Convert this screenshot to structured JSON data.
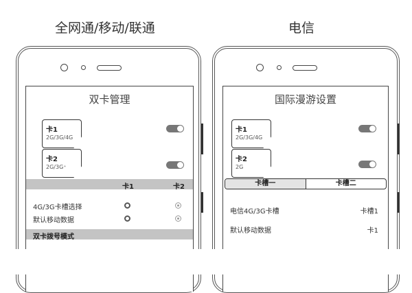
{
  "left": {
    "heading": "全网通/移动/联通",
    "screen_title": "双卡管理",
    "sims": [
      {
        "name": "卡1",
        "network": "2G/3G/4G"
      },
      {
        "name": "卡2",
        "network": "2G/3G⁺"
      }
    ],
    "columns": [
      "卡1",
      "卡2"
    ],
    "rows": [
      {
        "label": "4G/3G卡槽选择",
        "selected": "卡2"
      },
      {
        "label": "默认移动数据",
        "selected": "卡2"
      }
    ],
    "section": "双卡拨号模式"
  },
  "right": {
    "heading": "电信",
    "screen_title": "国际漫游设置",
    "sims": [
      {
        "name": "卡1",
        "network": "2G/3G/4G"
      },
      {
        "name": "卡2",
        "network": "2G"
      }
    ],
    "tabs": [
      "卡槽一",
      "卡槽二"
    ],
    "active_tab": "卡槽一",
    "rows": [
      {
        "label": "电信4G/3G卡槽",
        "value": "卡槽1"
      },
      {
        "label": "默认移动数据",
        "value": "卡1"
      }
    ]
  }
}
